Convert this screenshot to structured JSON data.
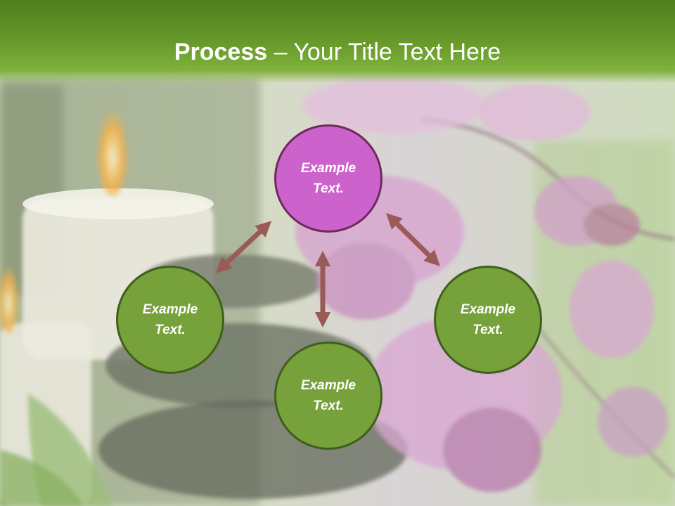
{
  "slide": {
    "title_bold": "Process",
    "title_rest": " – Your Title Text Here"
  },
  "nodes": [
    {
      "id": "top",
      "label": "Example Text.",
      "color": "#cc63cc"
    },
    {
      "id": "left",
      "label": "Example Text.",
      "color": "#77a13a"
    },
    {
      "id": "right",
      "label": "Example Text.",
      "color": "#77a13a"
    },
    {
      "id": "bottom",
      "label": "Example Text.",
      "color": "#77a13a"
    }
  ],
  "colors": {
    "header": "#6a9c2c",
    "arrow": "#9a5a58",
    "node_green": "#77a13a",
    "node_pink": "#cc63cc"
  }
}
